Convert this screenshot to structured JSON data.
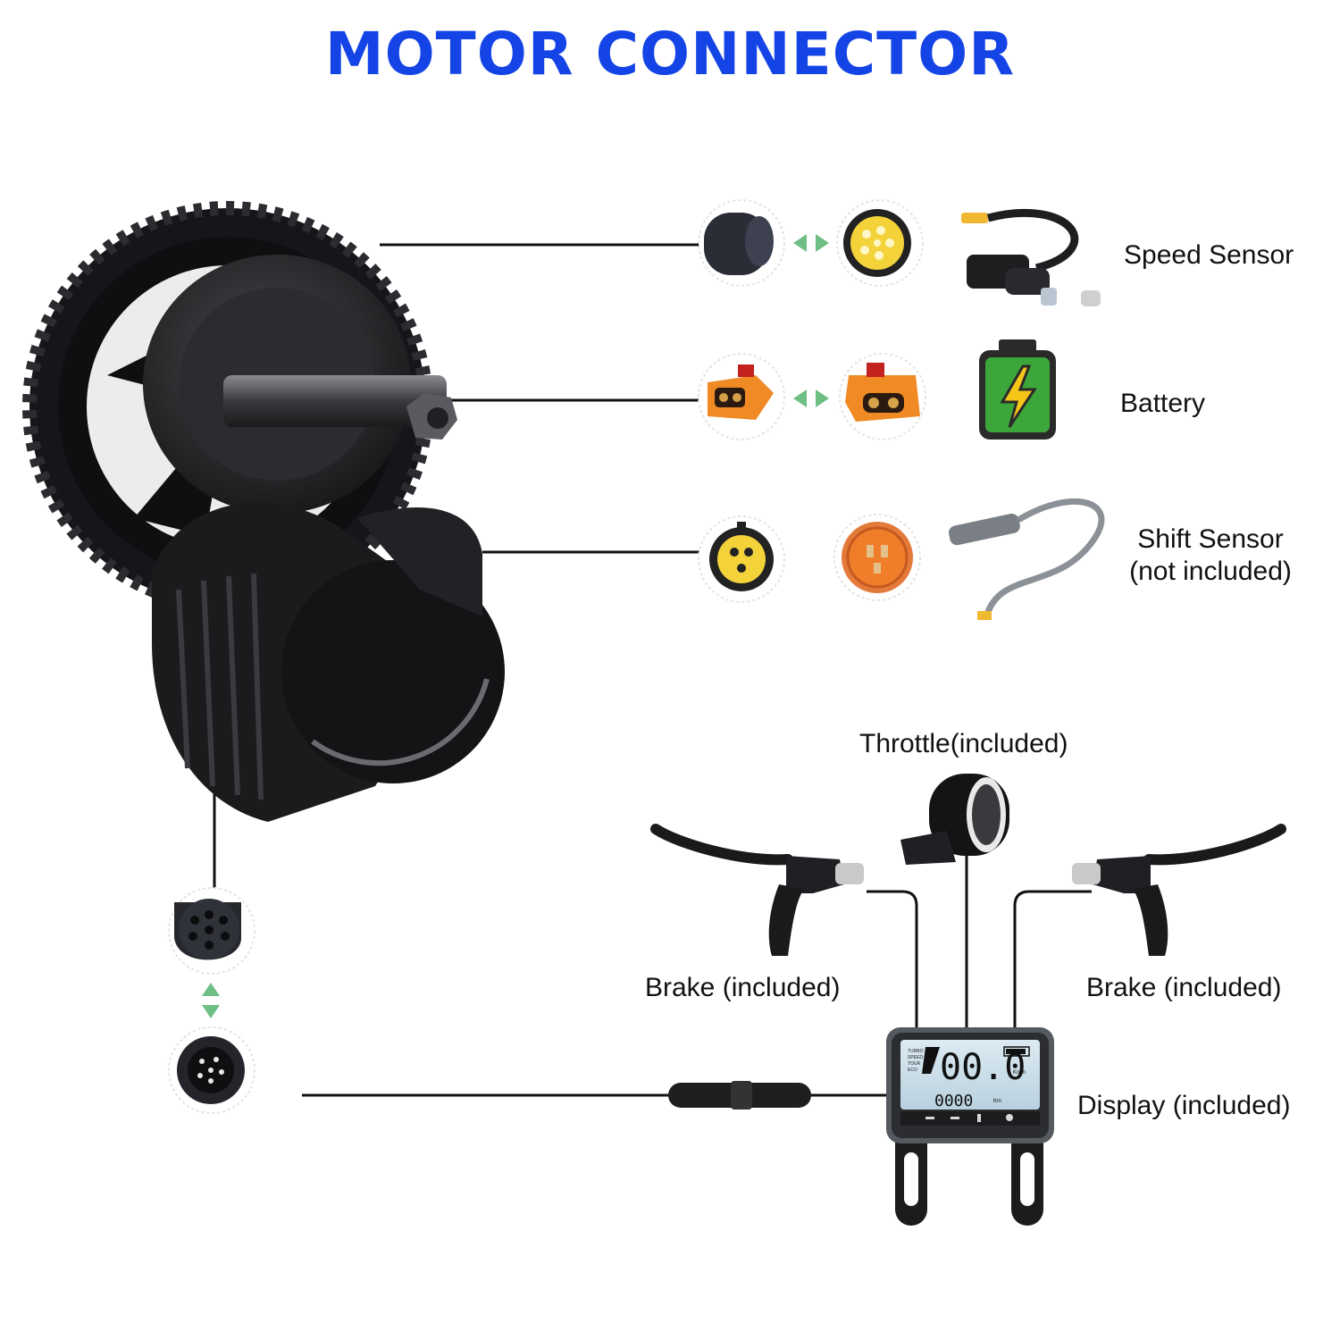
{
  "title": "MOTOR CONNECTOR",
  "colors": {
    "title": "#1444e6",
    "arrow": "#6fbf85",
    "battery_body": "#3da63a",
    "battery_bolt": "#f5c518",
    "xt60_plug": "#f08a24",
    "connector_yellow": "#f3d23a",
    "connector_orange": "#f07d2a",
    "lcd_screen": "#c7dce8",
    "motor_body": "#1c1c1e"
  },
  "labels": {
    "speed_sensor": "Speed Sensor",
    "battery": "Battery",
    "shift_sensor_line1": "Shift Sensor",
    "shift_sensor_line2": "(not included)",
    "throttle": "Throttle(included)",
    "brake_left": "Brake (included)",
    "brake_right": "Brake (included)",
    "display": "Display (included)"
  },
  "display_screen": {
    "speed": "00.0",
    "speed_unit": "Km/h",
    "odo": "0000",
    "odo_unit": "Km",
    "modes": [
      "TURBO",
      "SPEED",
      "TOUR",
      "ECO"
    ]
  },
  "icons": {
    "motor": "mid-drive-motor-icon",
    "chainring": "chainring-icon",
    "speed_plug": "speed-sensor-plug-icon",
    "speed_socket": "speed-sensor-socket-icon",
    "speed_sensor": "speed-sensor-icon",
    "battery_plug": "xt60-plug-icon",
    "battery_socket": "xt60-socket-icon",
    "battery": "battery-icon",
    "shift_plug": "shift-plug-icon",
    "shift_socket": "shift-socket-icon",
    "shift_sensor": "shift-sensor-cable-icon",
    "main_plug": "main-cable-plug-icon",
    "main_socket": "main-cable-socket-icon",
    "throttle": "thumb-throttle-icon",
    "brake": "brake-lever-icon",
    "display": "lcd-display-icon"
  }
}
